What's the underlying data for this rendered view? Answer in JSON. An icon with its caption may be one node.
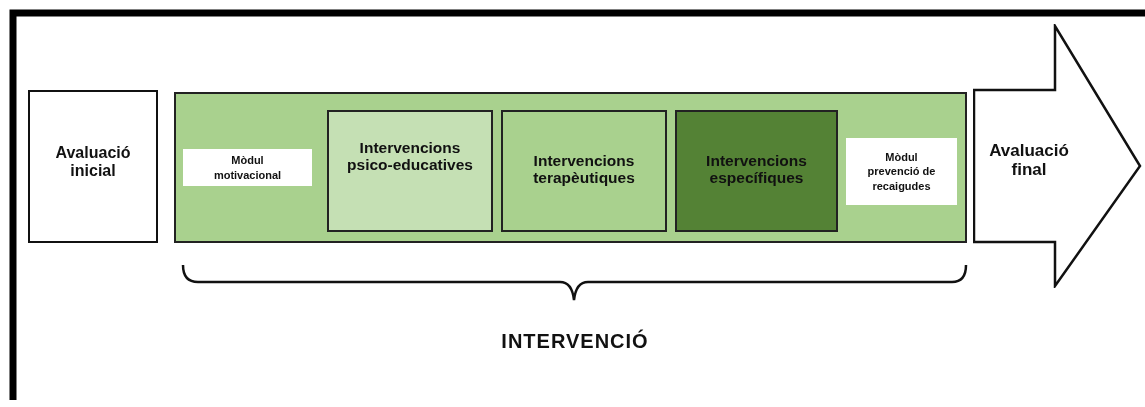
{
  "diagram": {
    "nodes": [
      {
        "text": [
          "Avaluació inicial"
        ]
      },
      {
        "text": [],
        "shape": "box"
      },
      {
        "text": [
          "Mòdul motivacional"
        ],
        "in": 1
      },
      {
        "text": [
          "Intervencions psico-educatives"
        ],
        "in": 1
      },
      {
        "text": [
          "Intervencions terapèutiques"
        ],
        "in": 1
      },
      {
        "text": [
          "Intervencions específiques"
        ],
        "in": 1
      },
      {
        "text": [
          "Mòdul prevenció de recaigudes"
        ],
        "in": 1
      },
      {
        "text": [
          "Avaluació final"
        ]
      }
    ],
    "labels": [
      "INTERVENCIÓ"
    ]
  }
}
